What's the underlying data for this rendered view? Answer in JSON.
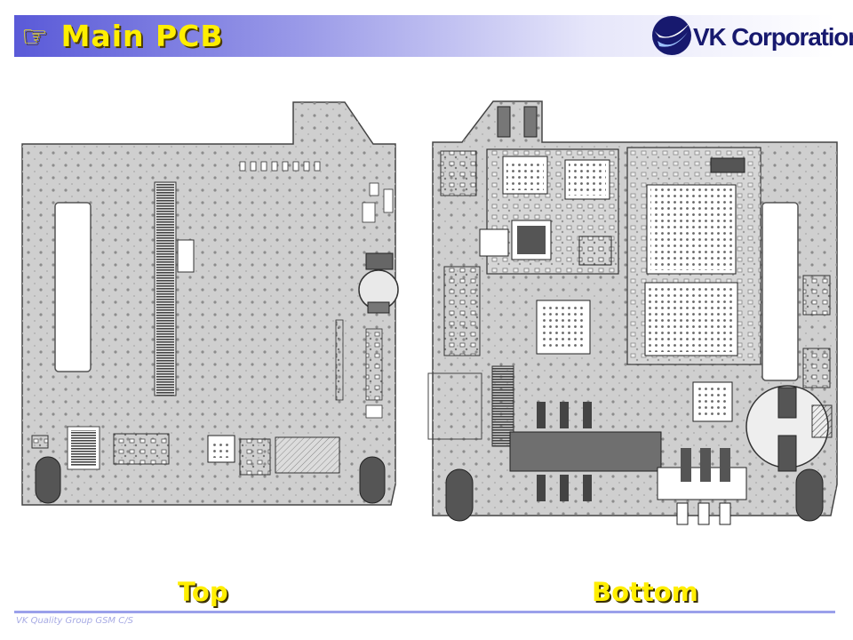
{
  "header": {
    "title": "Main PCB",
    "title_glyph": "☞",
    "title_color": "#ffee00",
    "bar_color": "#5a5ad8"
  },
  "logo": {
    "text": "VK Corporation",
    "color": "#17196e"
  },
  "images": {
    "top_view": "pcb-top-layout",
    "bottom_view": "pcb-bottom-layout"
  },
  "labels": {
    "top": "Top",
    "bottom": "Bottom"
  },
  "footer": {
    "text": "VK Quality Group GSM C/S"
  }
}
